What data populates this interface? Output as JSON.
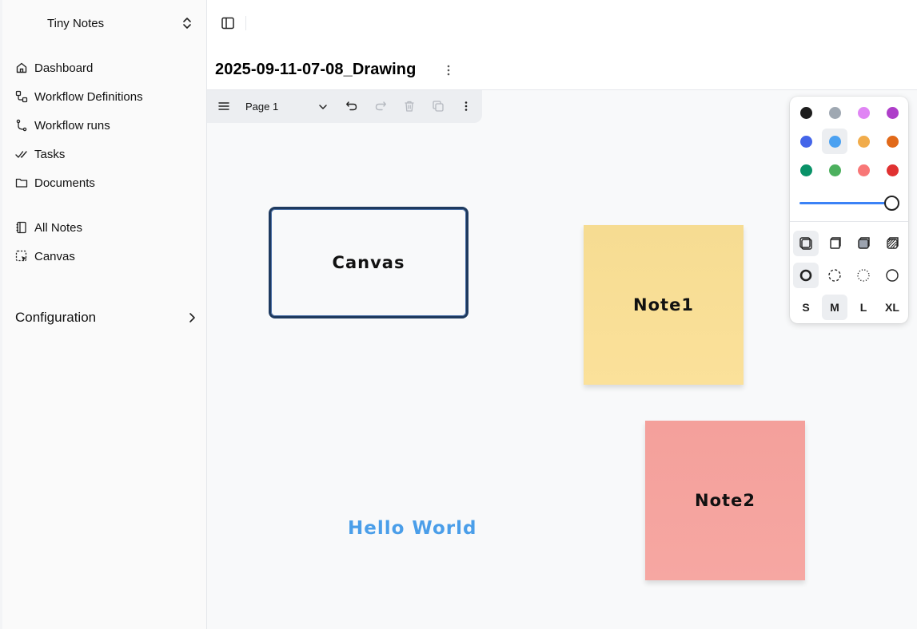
{
  "sidebar": {
    "app_name": "Tiny Notes",
    "nav_main": [
      {
        "label": "Dashboard",
        "icon": "home-icon"
      },
      {
        "label": "Workflow Definitions",
        "icon": "workflow-icon"
      },
      {
        "label": "Workflow runs",
        "icon": "git-branch-icon"
      },
      {
        "label": "Tasks",
        "icon": "double-check-icon"
      },
      {
        "label": "Documents",
        "icon": "folder-icon"
      }
    ],
    "nav_notes": [
      {
        "label": "All Notes",
        "icon": "notebook-icon"
      },
      {
        "label": "Canvas",
        "icon": "dashed-select-icon"
      }
    ],
    "configuration_label": "Configuration"
  },
  "header": {
    "document_title": "2025-09-11-07-08_Drawing"
  },
  "toolbar": {
    "page_name": "Page 1"
  },
  "canvas": {
    "shapes": {
      "rect_label": "Canvas",
      "note1_label": "Note1",
      "note2_label": "Note2",
      "text_label": "Hello World"
    },
    "colors": {
      "note1": "#fbe19a",
      "note2": "#f6a7a2",
      "text": "#4a9ee9",
      "rect_stroke": "#1e3a5f"
    }
  },
  "style_panel": {
    "colors": [
      {
        "name": "black",
        "hex": "#1d1d1d"
      },
      {
        "name": "grey",
        "hex": "#9fa8b2"
      },
      {
        "name": "light-violet",
        "hex": "#e085f4"
      },
      {
        "name": "violet",
        "hex": "#ae3ec9"
      },
      {
        "name": "blue",
        "hex": "#4465e9"
      },
      {
        "name": "light-blue",
        "hex": "#4ba1f1",
        "selected": true
      },
      {
        "name": "yellow",
        "hex": "#f1ac4b"
      },
      {
        "name": "orange",
        "hex": "#e16919"
      },
      {
        "name": "green",
        "hex": "#099268"
      },
      {
        "name": "light-green",
        "hex": "#4cb05e"
      },
      {
        "name": "light-red",
        "hex": "#f87777"
      },
      {
        "name": "red",
        "hex": "#e03131"
      }
    ],
    "opacity": 1.0,
    "fill_options": [
      "fill-none-icon",
      "fill-semi-icon",
      "fill-solid-icon",
      "fill-pattern-icon"
    ],
    "dash_options": [
      "dash-draw-icon",
      "dash-dashed-icon",
      "dash-dotted-icon",
      "dash-solid-icon"
    ],
    "sizes": [
      "S",
      "M",
      "L",
      "XL"
    ],
    "selected_size": "M"
  }
}
